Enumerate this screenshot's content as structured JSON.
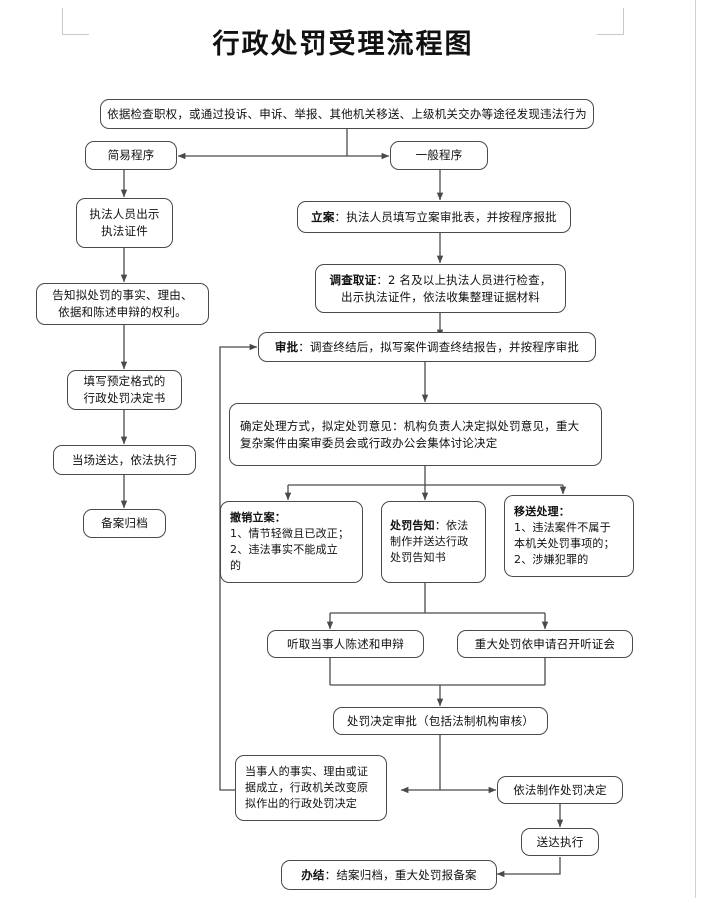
{
  "page": {
    "title": "行政处罚受理流程图",
    "doc_type": "flowchart",
    "background_color": "#ffffff",
    "line_color": "#4a4a4a",
    "text_color": "#111111"
  },
  "nodes": {
    "source": "依据检查职权，或通过投诉、申诉、举报、其他机关移送、上级机关交办等途径发现违法行为",
    "simple_procedure": "简易程序",
    "general_procedure": "一般程序",
    "show_credentials": "执法人员出示\n执法证件",
    "inform_rights": "告知拟处罚的事实、理由、\n依据和陈述申辩的权利。",
    "fill_decision": "填写预定格式的\n行政处罚决定书",
    "serve_onsite": "当场送达，依法执行",
    "archive": "备案归档",
    "filing_label": "立案",
    "filing_body": "：执法人员填写立案审批表，并按程序报批",
    "investigate_label": "调查取证",
    "investigate_body": "：2 名及以上执法人员进行检查，\n出示执法证件，依法收集整理证据材料",
    "approval_label": "审批",
    "approval_body": "：调查终结后，拟写案件调查终结报告，并按程序审批",
    "decide_opinion": "确定处理方式，拟定处罚意见：机构负责人决定拟处罚意见，重大\n复杂案件由案审委员会或行政办公会集体讨论决定",
    "revoke_label": "撤销立案：",
    "revoke_body": "1、情节轻微且已改正；\n2、违法事实不能成立\n的",
    "notice_label": "处罚告知",
    "notice_body": "：依法\n制作并送达行政\n处罚告知书",
    "transfer_label": "移送处理：",
    "transfer_body": "1、违法案件不属于\n本机关处罚事项的；\n2、涉嫌犯罪的",
    "hear_statement": "听取当事人陈述和申辩",
    "hearing_meeting": "重大处罚依申请召开听证会",
    "decision_review": "处罚决定审批（包括法制机构审核）",
    "party_evidence": "当事人的事实、理由或证\n据成立，行政机关改变原\n拟作出的行政处罚决定",
    "make_decision": "依法制作处罚决定",
    "deliver_exec": "送达执行",
    "conclude_label": "办结",
    "conclude_body": "：结案归档，重大处罚报备案"
  }
}
